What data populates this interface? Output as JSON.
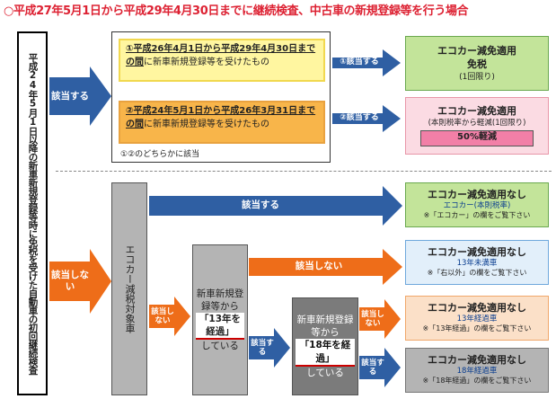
{
  "title": "○平成27年5月1日から平成29年4月30日までに継続検査、中古車の新規登録等を行う場合",
  "left_box": "平成24年5月1日以降の新車新規登録等時に免税を受けた自動車の初回継続検査",
  "branch_top": {
    "label": "該当する",
    "case1_main": "①平成26年4月1日から平成29年4月30日までの間",
    "case1_rest": "に新車新規登録等を受けたもの",
    "case2_main": "②平成24年5月1日から平成26年3月31日までの間",
    "case2_rest": "に新車新規登録等を受けたもの",
    "note": "①②のどちらかに該当",
    "arrow1": "①該当する",
    "arrow2": "②該当する",
    "result1_title": "エコカー減免適用",
    "result1_line2": "免税",
    "result1_line3": "(1回限り)",
    "result2_title": "エコカー減免適用",
    "result2_line2": "(本則税率から軽減(1回限り)",
    "result2_box": "50%軽減"
  },
  "branch_bottom": {
    "label": "該当しない",
    "eco_target": "エコカー減税対象車",
    "eco_yes": "該当する",
    "eco_no": "該当しない",
    "r_eco_title": "エコカー減免適用なし",
    "r_eco_line2": "エコカー(本則税率)",
    "r_eco_line3": "※「エコカー」の欄をご覧下さい",
    "q13_pre": "新車新規登録等から",
    "q13_hl": "「13年を経過」",
    "q13_post": "している",
    "q13_no": "該当しない",
    "q13_yes": "該当する",
    "r_under13_title": "エコカー減免適用なし",
    "r_under13_line2": "13年未満車",
    "r_under13_line3": "※「右以外」の欄をご覧下さい",
    "q18_pre": "新車新規登録等から",
    "q18_hl": "「18年を経過」",
    "q18_post": "している",
    "q18_no": "該当しない",
    "q18_yes": "該当する",
    "r13_title": "エコカー減免適用なし",
    "r13_line2": "13年経過車",
    "r13_line3": "※「13年経過」の欄をご覧下さい",
    "r18_title": "エコカー減免適用なし",
    "r18_line2": "18年経過車",
    "r18_line3": "※「18年経過」の欄をご覧下さい"
  },
  "colors": {
    "blue_arrow": "#2f5fa3",
    "orange_arrow": "#ee6d19",
    "green": "#c3e49a",
    "pink": "#fbdbe3",
    "light_blue": "#e2effa",
    "peach": "#fbe0c8",
    "grey": "#b4b4b4",
    "yellow": "#fff6a0",
    "orange_box": "#f8b54a",
    "title_red": "#dd2233"
  }
}
